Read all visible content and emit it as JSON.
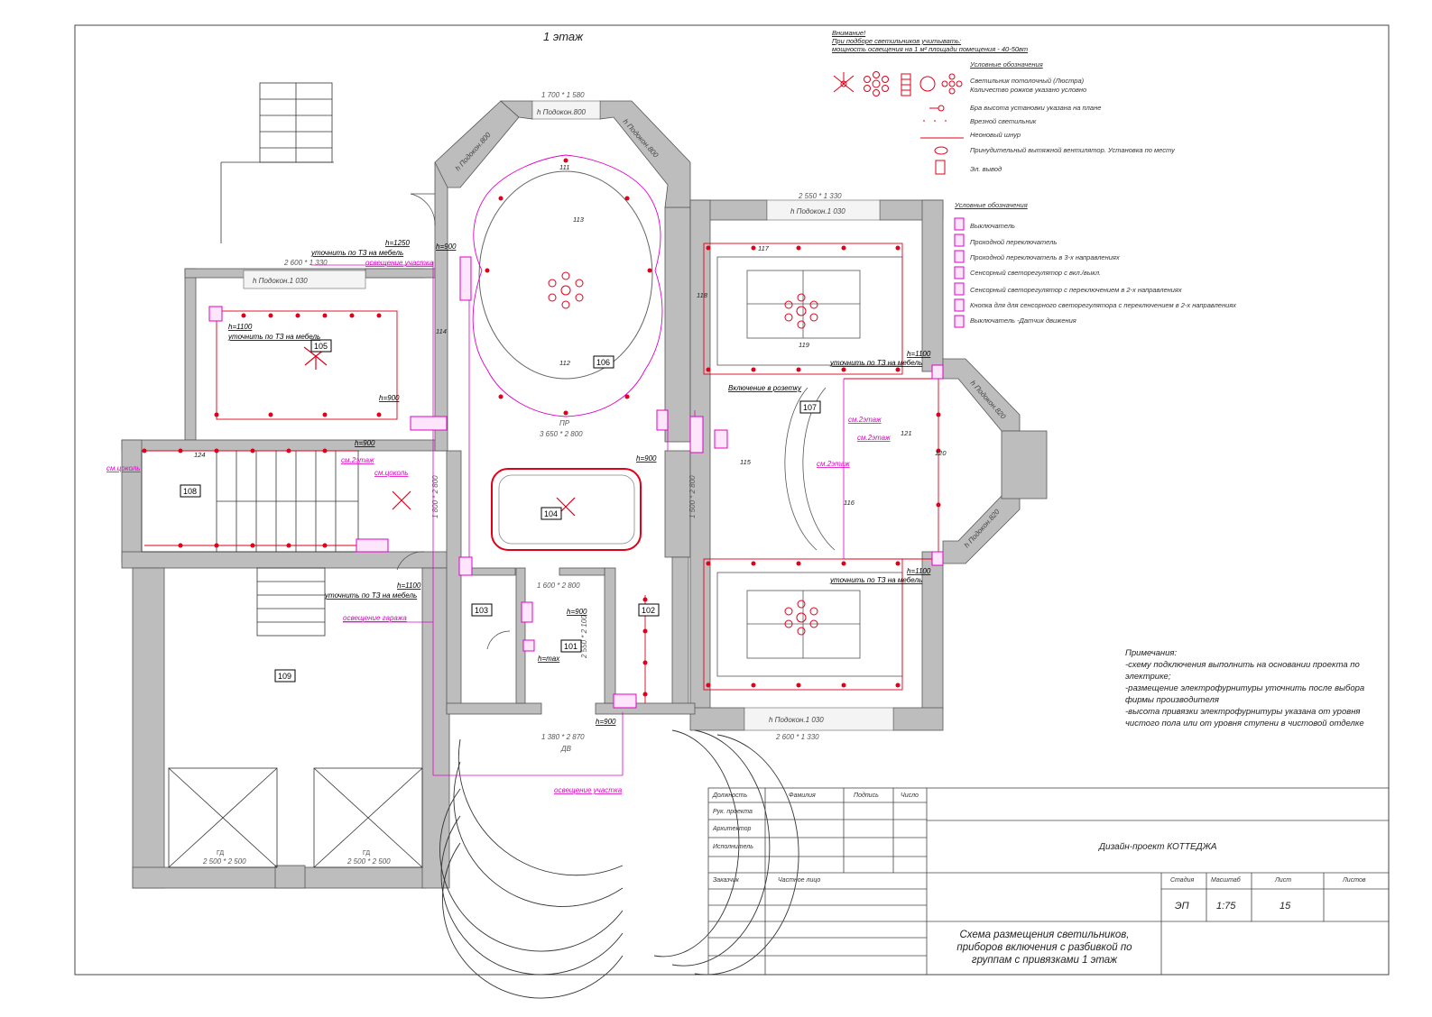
{
  "plan": {
    "title": "1 этаж",
    "rooms": [
      {
        "id": "room-101",
        "label": "101"
      },
      {
        "id": "room-102",
        "label": "102"
      },
      {
        "id": "room-103",
        "label": "103"
      },
      {
        "id": "room-104",
        "label": "104"
      },
      {
        "id": "room-105",
        "label": "105"
      },
      {
        "id": "room-106",
        "label": "106"
      },
      {
        "id": "room-107",
        "label": "107"
      },
      {
        "id": "room-108",
        "label": "108"
      },
      {
        "id": "room-109",
        "label": "109"
      }
    ],
    "window_labels": {
      "w_top_center": "h Подокон.800",
      "w_top_left": "h Подокон.800",
      "w_top_right": "h Подокон.800",
      "w_left": "h Подокон.1 030",
      "w_right_top": "h Подокон.1 030",
      "w_right_bottom": "h Подокон.1 030",
      "w_bay_top": "h Подокон.820",
      "w_bay_bottom": "h Подокон.820"
    },
    "dimensions": {
      "d_top_center": "1 700 * 1 580",
      "d_left": "2 600 * 1 330",
      "d_right_top": "2 550 * 1 330",
      "d_bottom_right": "2 600 * 1 330",
      "d_hall": "3 650 * 2 800",
      "d_door_bottom": "1 380 * 2 870",
      "d_door_101": "1 600 * 2 800",
      "d_door_102": "2 550 * 2 100",
      "d_door_right": "1 500 * 2 800",
      "d_door_left": "1 800 * 2 800",
      "d_garage_left": "2 500 * 2 500",
      "d_garage_right": "2 500 * 2 500"
    },
    "heights": {
      "h1": "h=1250",
      "h2": "h=900",
      "h3": "h=1100",
      "h4": "h=900",
      "h5": "h=900",
      "h6": "h=1100",
      "h7": "h=900",
      "h8": "h=max",
      "h9": "h=1100",
      "h10": "h=1100",
      "h11": "h=900",
      "h12": "h=900"
    },
    "annotations": {
      "a1": "уточнить по ТЗ на мебель",
      "a2": "освещение участка",
      "a3": "уточнить по ТЗ на мебель",
      "a4": "уточнить по ТЗ на мебель",
      "a5": "освещение гаража",
      "a6": "освещение участка",
      "a7": "уточнить по ТЗ на мебель",
      "a8": "уточнить по ТЗ на мебель",
      "a9": "Включение в розетку",
      "a10": "см.2этаж",
      "a11": "см.2этаж",
      "a12": "см.2этаж",
      "a13": "см.2этаж",
      "a14": "см.цоколь",
      "a15": "см.цоколь",
      "a16": "ПР",
      "a17": "ДВ"
    },
    "group_labels": [
      "111",
      "112",
      "113",
      "114",
      "115",
      "116",
      "117",
      "118",
      "119",
      "120",
      "121",
      "124"
    ],
    "garage_labels": [
      "ГД",
      "ГД"
    ]
  },
  "legend_fixtures": {
    "warning_title": "Внимание!",
    "warning_line1": "При подборе светильников учитывать:",
    "warning_line2": "мощность освещения на 1 м² площади помещения - 40-50вт",
    "title": "Условные обозначения",
    "items": [
      {
        "label": "Светильник потолочный (Люстра)"
      },
      {
        "label": "Количество рожков указано условно"
      },
      {
        "label": "Бра высота установки указана на плане"
      },
      {
        "label": "Врезной светильник"
      },
      {
        "label": "Неоновый шнур"
      },
      {
        "label": "Принудительный вытяжной вентилятор. Установка по месту"
      },
      {
        "label": "Эл. вывод"
      }
    ]
  },
  "legend_switches": {
    "title": "Условные обозначения",
    "items": [
      {
        "label": "Выключатель"
      },
      {
        "label": "Проходной переключатель"
      },
      {
        "label": "Проходной переключатель в 3-х направлениях"
      },
      {
        "label": "Сенсорный светорегулятор с вкл./выкл."
      },
      {
        "label": "Сенсорный светорегулятор с переключением в 2-х направлениях"
      },
      {
        "label": "Кнопка для для сенсорного светорегулятора с переключением в 2-х направлениях"
      },
      {
        "label": "Выключатель -Датчик движения"
      }
    ]
  },
  "notes": {
    "title": "Примечания:",
    "lines": [
      "-схему подключения выполнить на основании проекта по электрике;",
      "-размещение электрофурнитуры уточнить после выбора фирмы производителя",
      "-высота привязки электрофурнитуры указана от уровня чистого пола или от уровня ступени в чистовой отделке"
    ]
  },
  "stamp": {
    "col_position": "Должность",
    "col_surname": "Фамилия",
    "col_signature": "Подпись",
    "col_date": "Число",
    "row1": "Рук. проекта",
    "row2": "Архитектор",
    "row3": "Исполнитель",
    "client_label": "Заказчик",
    "client_value": "Частное лицо",
    "project": "Дизайн-проект КОТТЕДЖА",
    "stage_h": "Стадия",
    "scale_h": "Масштаб",
    "sheet_h": "Лист",
    "sheets_h": "Листов",
    "stage": "ЭП",
    "scale": "1:75",
    "sheet": "15",
    "sheets": "",
    "drawing_title": "Схема размещения светильников, приборов включения с разбивкой по группам с привязками 1 этаж"
  },
  "colors": {
    "wall": "#bdbdbd",
    "fixture": "#e0001a",
    "annotation": "#e000c8",
    "line": "#333333"
  }
}
